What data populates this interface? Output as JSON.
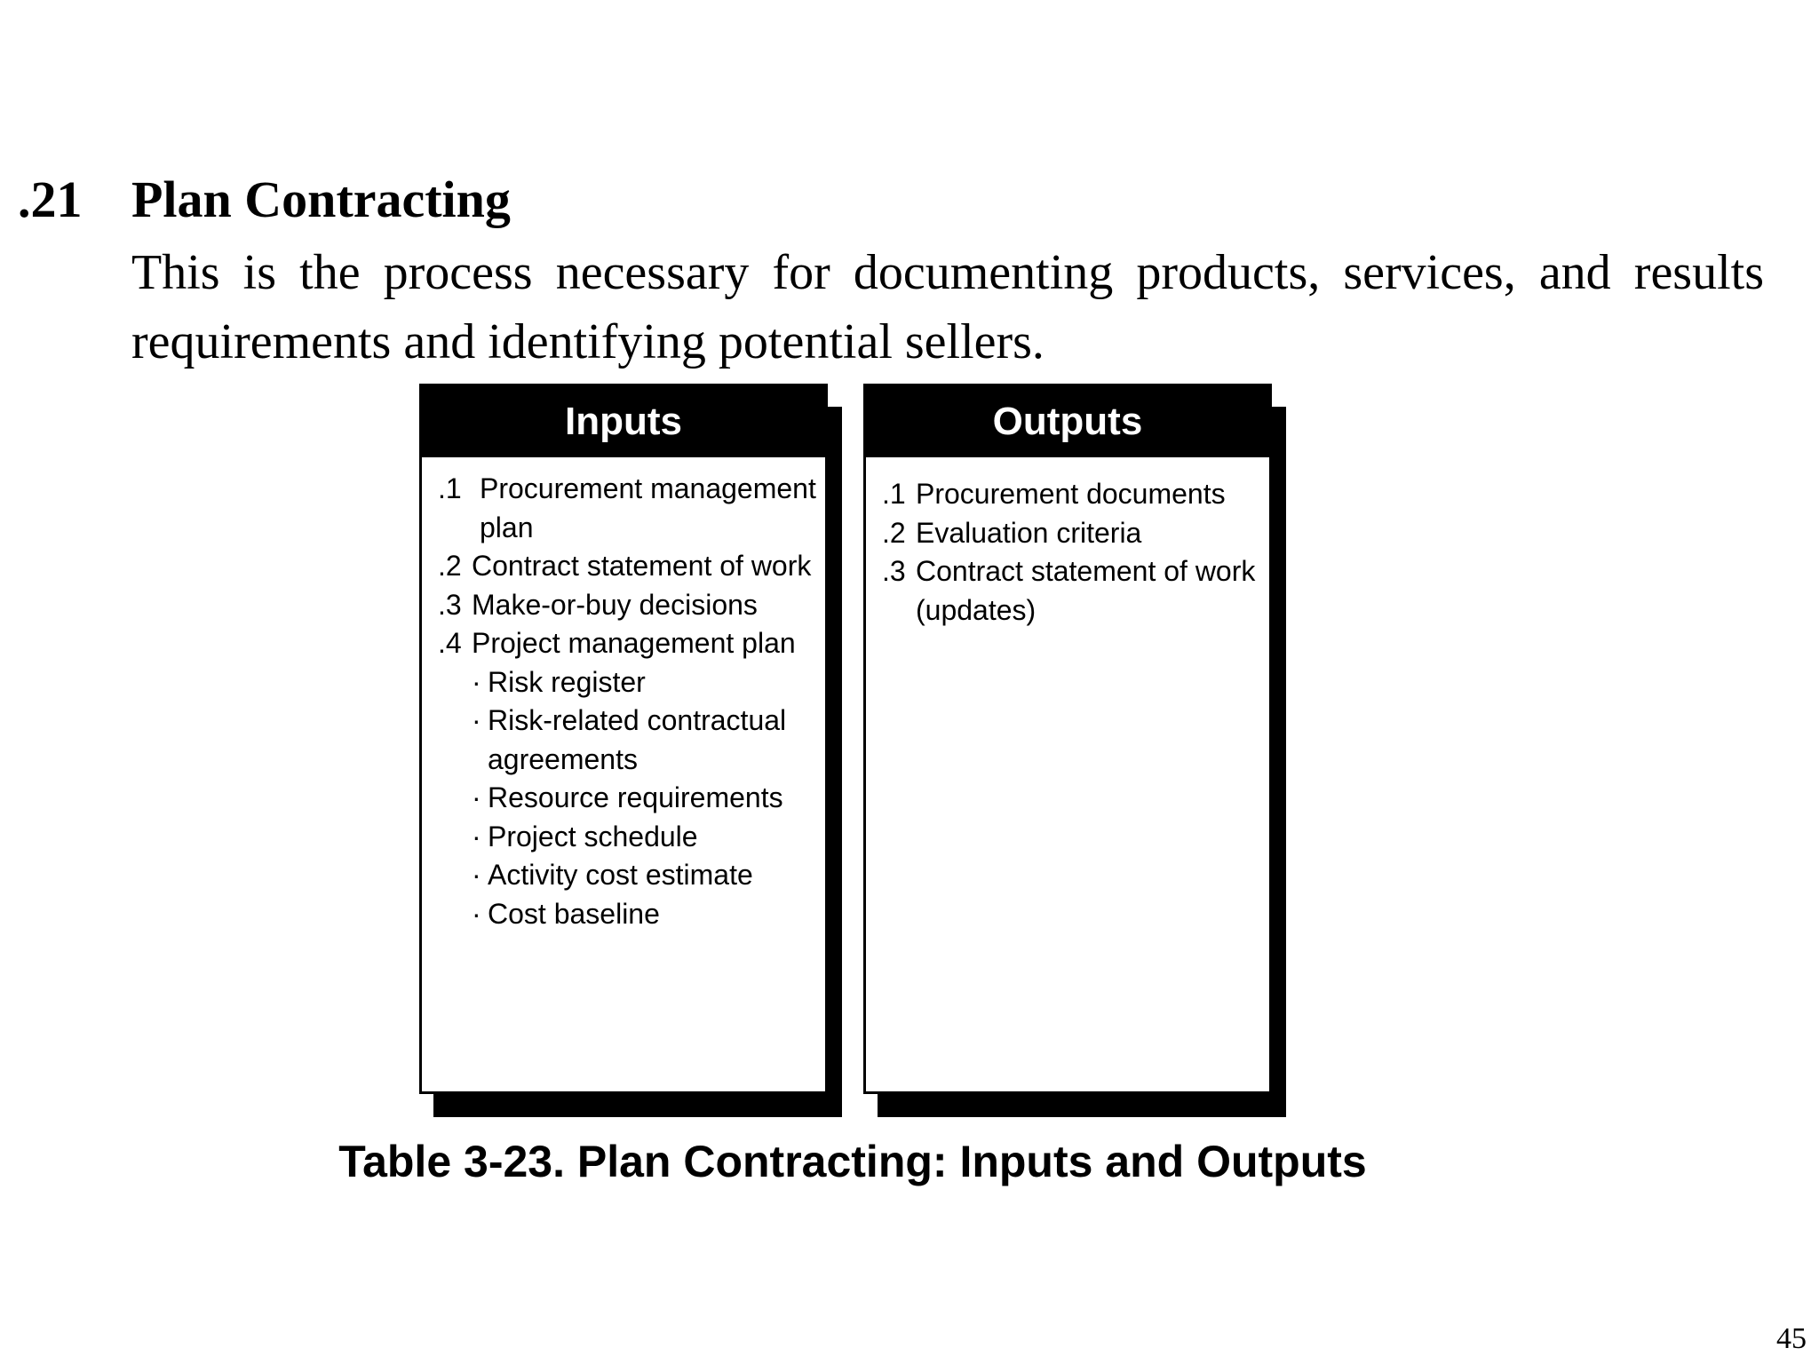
{
  "section": {
    "number": ".21",
    "title": "Plan Contracting",
    "description": "This is the process necessary for documenting products, services, and results requirements and identifying potential sellers."
  },
  "inputs": {
    "header": "Inputs",
    "items": [
      {
        "num": ".1",
        "text": "Procurement management plan"
      },
      {
        "num": ".2",
        "text": "Contract statement of work"
      },
      {
        "num": ".3",
        "text": "Make-or-buy decisions"
      },
      {
        "num": ".4",
        "text": "Project management plan",
        "subitems": [
          "Risk register",
          "Risk-related contractual agreements",
          "Resource requirements",
          "Project schedule",
          "Activity cost estimate",
          "Cost baseline"
        ]
      }
    ]
  },
  "outputs": {
    "header": "Outputs",
    "items": [
      {
        "num": ".1",
        "text": "Procurement documents"
      },
      {
        "num": ".2",
        "text": "Evaluation criteria"
      },
      {
        "num": ".3",
        "text": "Contract statement of work (updates)"
      }
    ]
  },
  "caption": "Table 3-23. Plan Contracting: Inputs and Outputs",
  "page_number": "45",
  "bullet_glyph": "·"
}
